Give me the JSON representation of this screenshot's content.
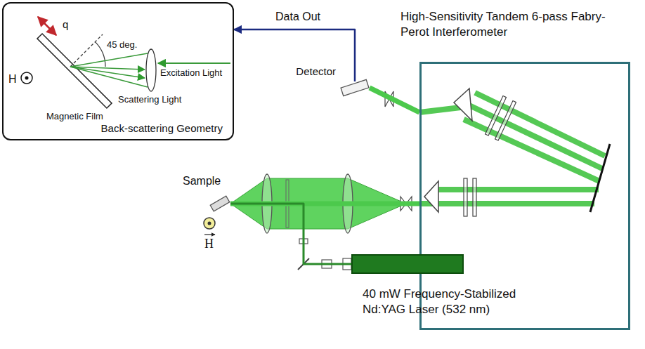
{
  "diagram": {
    "nodes": [
      {
        "text": [
          "Back-scattering Geometry"
        ]
      },
      {
        "text": [
          "High-Sensitivity Tandem 6-pass Fabry-Perot Interferometer"
        ]
      },
      {
        "text": [
          "Detector"
        ]
      },
      {
        "text": [
          "Sample"
        ]
      },
      {
        "text": [
          "40 mW Frequency-Stabilized Nd:YAG Laser (532 nm)"
        ]
      }
    ],
    "edges": [
      {
        "from": 2,
        "to": 0,
        "arrow": "to",
        "label": "Data Out"
      },
      {
        "from": 4,
        "to": 3,
        "arrow": "none"
      },
      {
        "from": 3,
        "to": 1,
        "arrow": "none"
      },
      {
        "from": 1,
        "to": 2,
        "arrow": "none"
      }
    ],
    "labels": [
      "q",
      "45 deg.",
      "H",
      "Excitation Light",
      "Scattering Light",
      "Magnetic Film",
      "H"
    ]
  }
}
